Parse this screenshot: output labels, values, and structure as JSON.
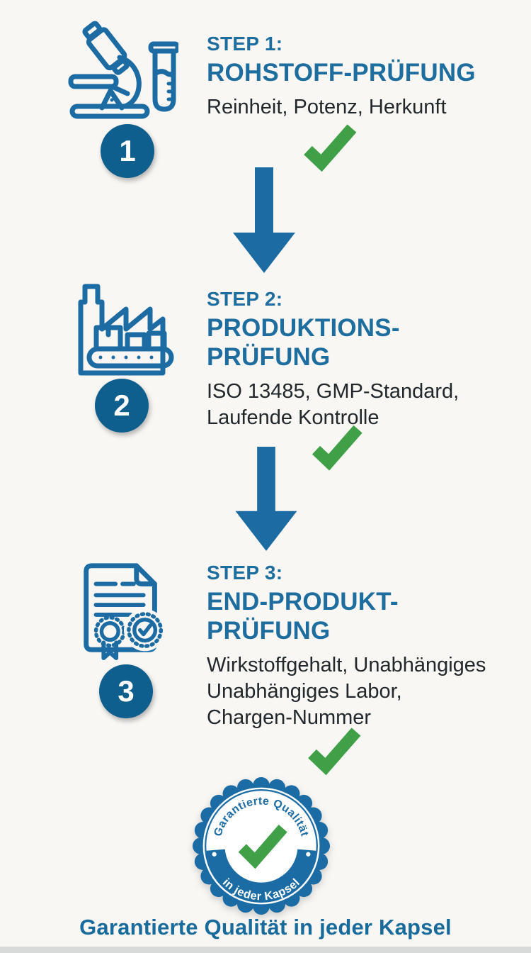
{
  "infographic": {
    "steps": [
      {
        "number": "1",
        "step_label": "STEP 1:",
        "title": "ROHSTOFF-PRÜFUNG",
        "details": "Reinheit, Potenz, Herkunft"
      },
      {
        "number": "2",
        "step_label": "STEP 2:",
        "title": "PRODUKTIONS-\nPRÜFUNG",
        "details": "ISO 13485, GMP-Standard,\nLaufende Kontrolle"
      },
      {
        "number": "3",
        "step_label": "STEP 3:",
        "title": "END-PRODUKT-\nPRÜFUNG",
        "details": "Wirkstoffgehalt, Unabhängiges\nUnabhängiges Labor,\nChargen-Nummer"
      }
    ],
    "badge": {
      "arc_text_top": "Garantierte Qualität",
      "arc_text_bottom": "in jeder Kapsel"
    },
    "footer_title": "Garantierte Qualität in jeder Kapsel",
    "colors": {
      "heading_blue": "#1d6d9e",
      "icon_blue": "#1c6ca3",
      "number_circle_blue": "#0f5f8e",
      "check_green": "#3fa047",
      "badge_blue": "#1b6ba4",
      "body_text": "#21272b",
      "background": "#f8f7f4"
    }
  }
}
